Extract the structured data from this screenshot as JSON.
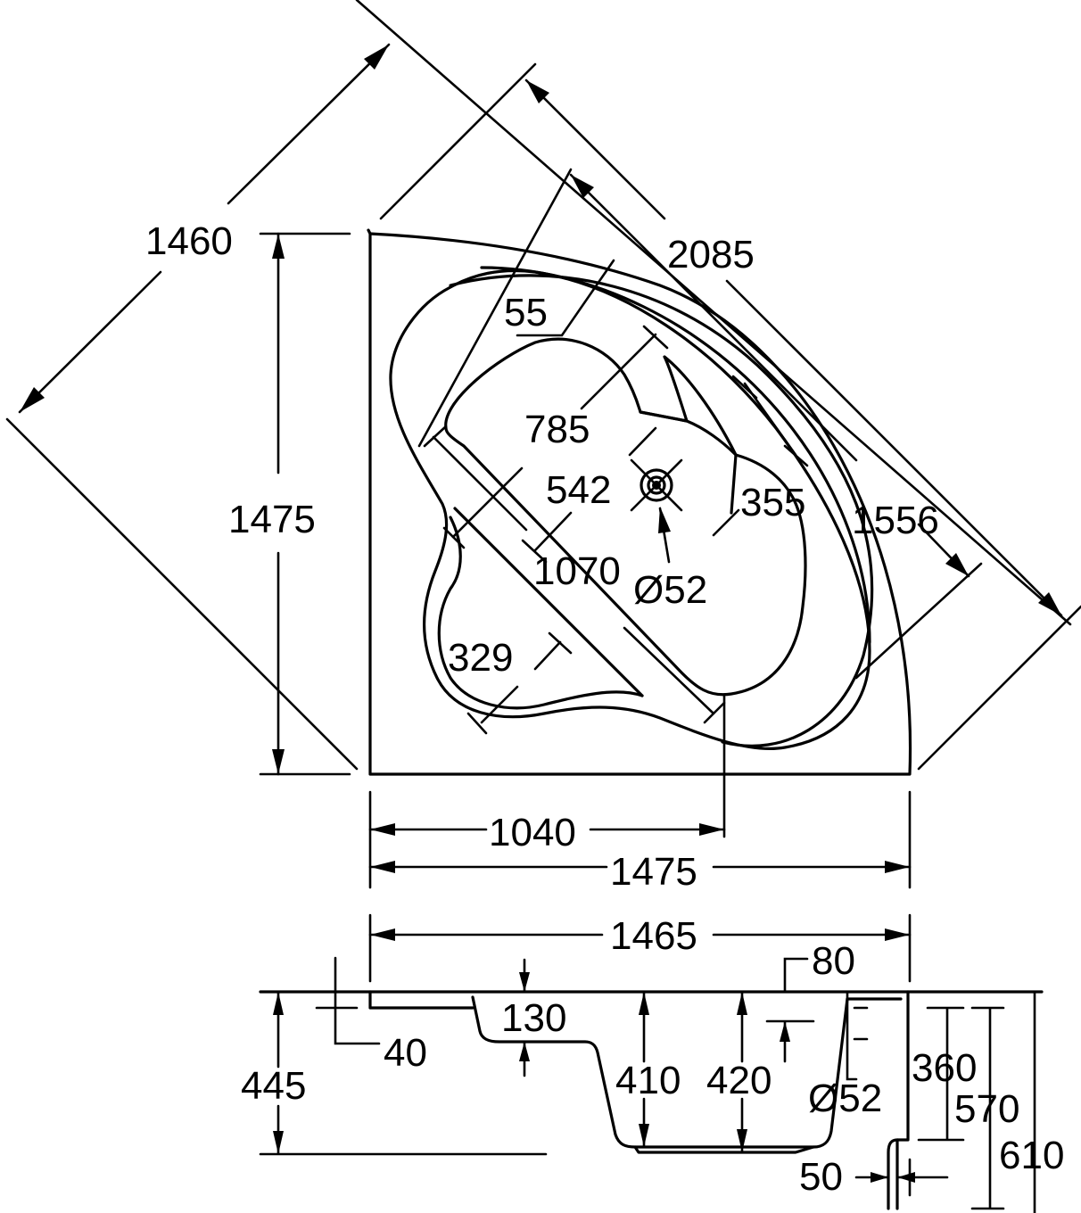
{
  "plan": {
    "diag_1460": "1460",
    "diag_2085": "2085",
    "dim_55": "55",
    "dim_785": "785",
    "dim_542": "542",
    "dim_355": "355",
    "dim_1556": "1556",
    "dim_1070": "1070",
    "drain": "Ø52",
    "dim_329": "329",
    "height_1475": "1475",
    "width_1040": "1040",
    "width_1475": "1475"
  },
  "section": {
    "width_1465": "1465",
    "dim_80": "80",
    "dim_40": "40",
    "dim_130": "130",
    "dim_410": "410",
    "dim_420": "420",
    "drain": "Ø52",
    "dim_360": "360",
    "dim_570": "570",
    "dim_610": "610",
    "dim_445": "445",
    "dim_50": "50"
  }
}
